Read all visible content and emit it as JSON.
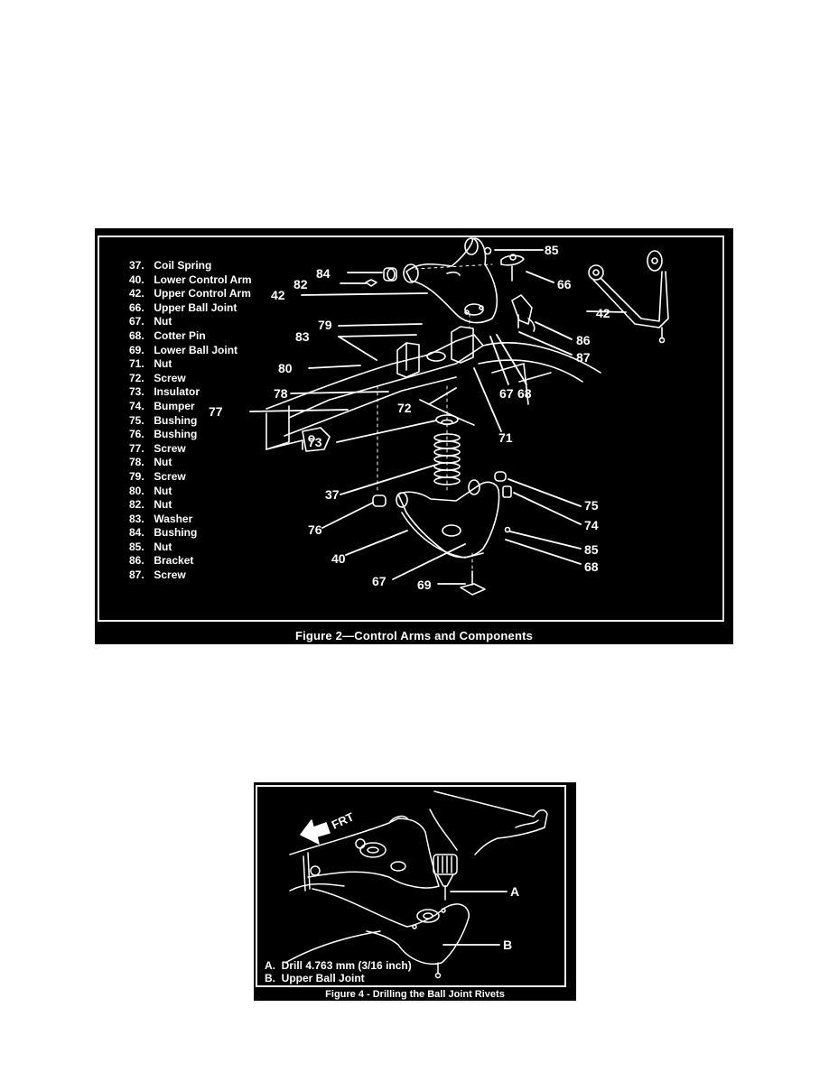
{
  "figure2": {
    "caption": "Figure 2—Control Arms and Components",
    "legend": [
      {
        "num": "37.",
        "label": "Coil Spring"
      },
      {
        "num": "40.",
        "label": "Lower Control Arm"
      },
      {
        "num": "42.",
        "label": "Upper Control Arm"
      },
      {
        "num": "66.",
        "label": "Upper Ball Joint"
      },
      {
        "num": "67.",
        "label": "Nut"
      },
      {
        "num": "68.",
        "label": "Cotter Pin"
      },
      {
        "num": "69.",
        "label": "Lower Ball Joint"
      },
      {
        "num": "71.",
        "label": "Nut"
      },
      {
        "num": "72.",
        "label": "Screw"
      },
      {
        "num": "73.",
        "label": "Insulator"
      },
      {
        "num": "74.",
        "label": "Bumper"
      },
      {
        "num": "75.",
        "label": "Bushing"
      },
      {
        "num": "76.",
        "label": "Bushing"
      },
      {
        "num": "77.",
        "label": "Screw"
      },
      {
        "num": "78.",
        "label": "Nut"
      },
      {
        "num": "79.",
        "label": "Screw"
      },
      {
        "num": "80.",
        "label": "Nut"
      },
      {
        "num": "82.",
        "label": "Nut"
      },
      {
        "num": "83.",
        "label": "Washer"
      },
      {
        "num": "84.",
        "label": "Bushing"
      },
      {
        "num": "85.",
        "label": "Nut"
      },
      {
        "num": "86.",
        "label": "Bracket"
      },
      {
        "num": "87.",
        "label": "Screw"
      }
    ],
    "callouts": {
      "c85_top": "85",
      "c84": "84",
      "c82": "82",
      "c42_left": "42",
      "c66": "66",
      "c42_right": "42",
      "c86": "86",
      "c87": "87",
      "c79": "79",
      "c83": "83",
      "c80": "80",
      "c67_top": "67",
      "c68_top": "68",
      "c78": "78",
      "c72": "72",
      "c77": "77",
      "c71": "71",
      "c73": "73",
      "c37": "37",
      "c75": "75",
      "c74": "74",
      "c76": "76",
      "c85_bottom": "85",
      "c40": "40",
      "c68_bottom": "68",
      "c67_bottom": "67",
      "c69": "69"
    }
  },
  "figure4": {
    "caption": "Figure 4 - Drilling the Ball Joint Rivets",
    "direction_label": "FRT",
    "callouts": {
      "a": "A",
      "b": "B"
    },
    "notes": [
      {
        "key": "A.",
        "text": "Drill 4.763 mm (3/16 inch)"
      },
      {
        "key": "B.",
        "text": "Upper Ball Joint"
      }
    ]
  }
}
